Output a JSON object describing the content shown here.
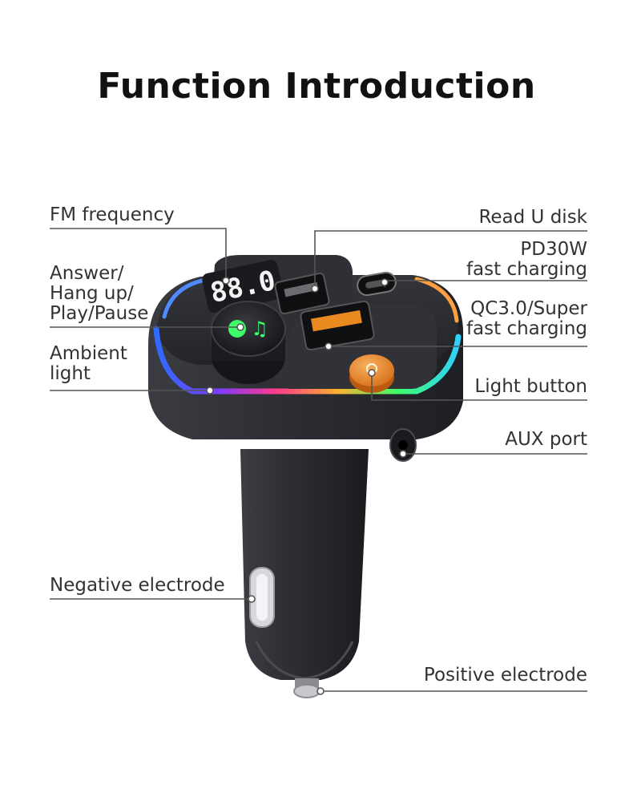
{
  "title": "Function Introduction",
  "labels": {
    "fm_frequency": "FM frequency",
    "read_u_disk": "Read U disk",
    "pd30w_line1": "PD30W",
    "pd30w_line2": "fast charging",
    "answer_line1": "Answer/",
    "answer_line2": "Hang up/",
    "answer_line3": "Play/Pause",
    "qc30_line1": "QC3.0/Super",
    "qc30_line2": "fast charging",
    "ambient_line1": "Ambient",
    "ambient_line2": "light",
    "light_button": "Light button",
    "aux_port": "AUX port",
    "negative_electrode": "Negative electrode",
    "positive_electrode": "Positive electrode"
  },
  "display": {
    "reading": "88.0"
  },
  "colors": {
    "body": "#2b2d33",
    "light_button": "#e8882a",
    "ring": [
      "#2f6bff",
      "#7a3cff",
      "#ff3c8a",
      "#ffb030",
      "#3cff6a",
      "#30d0ff"
    ]
  }
}
